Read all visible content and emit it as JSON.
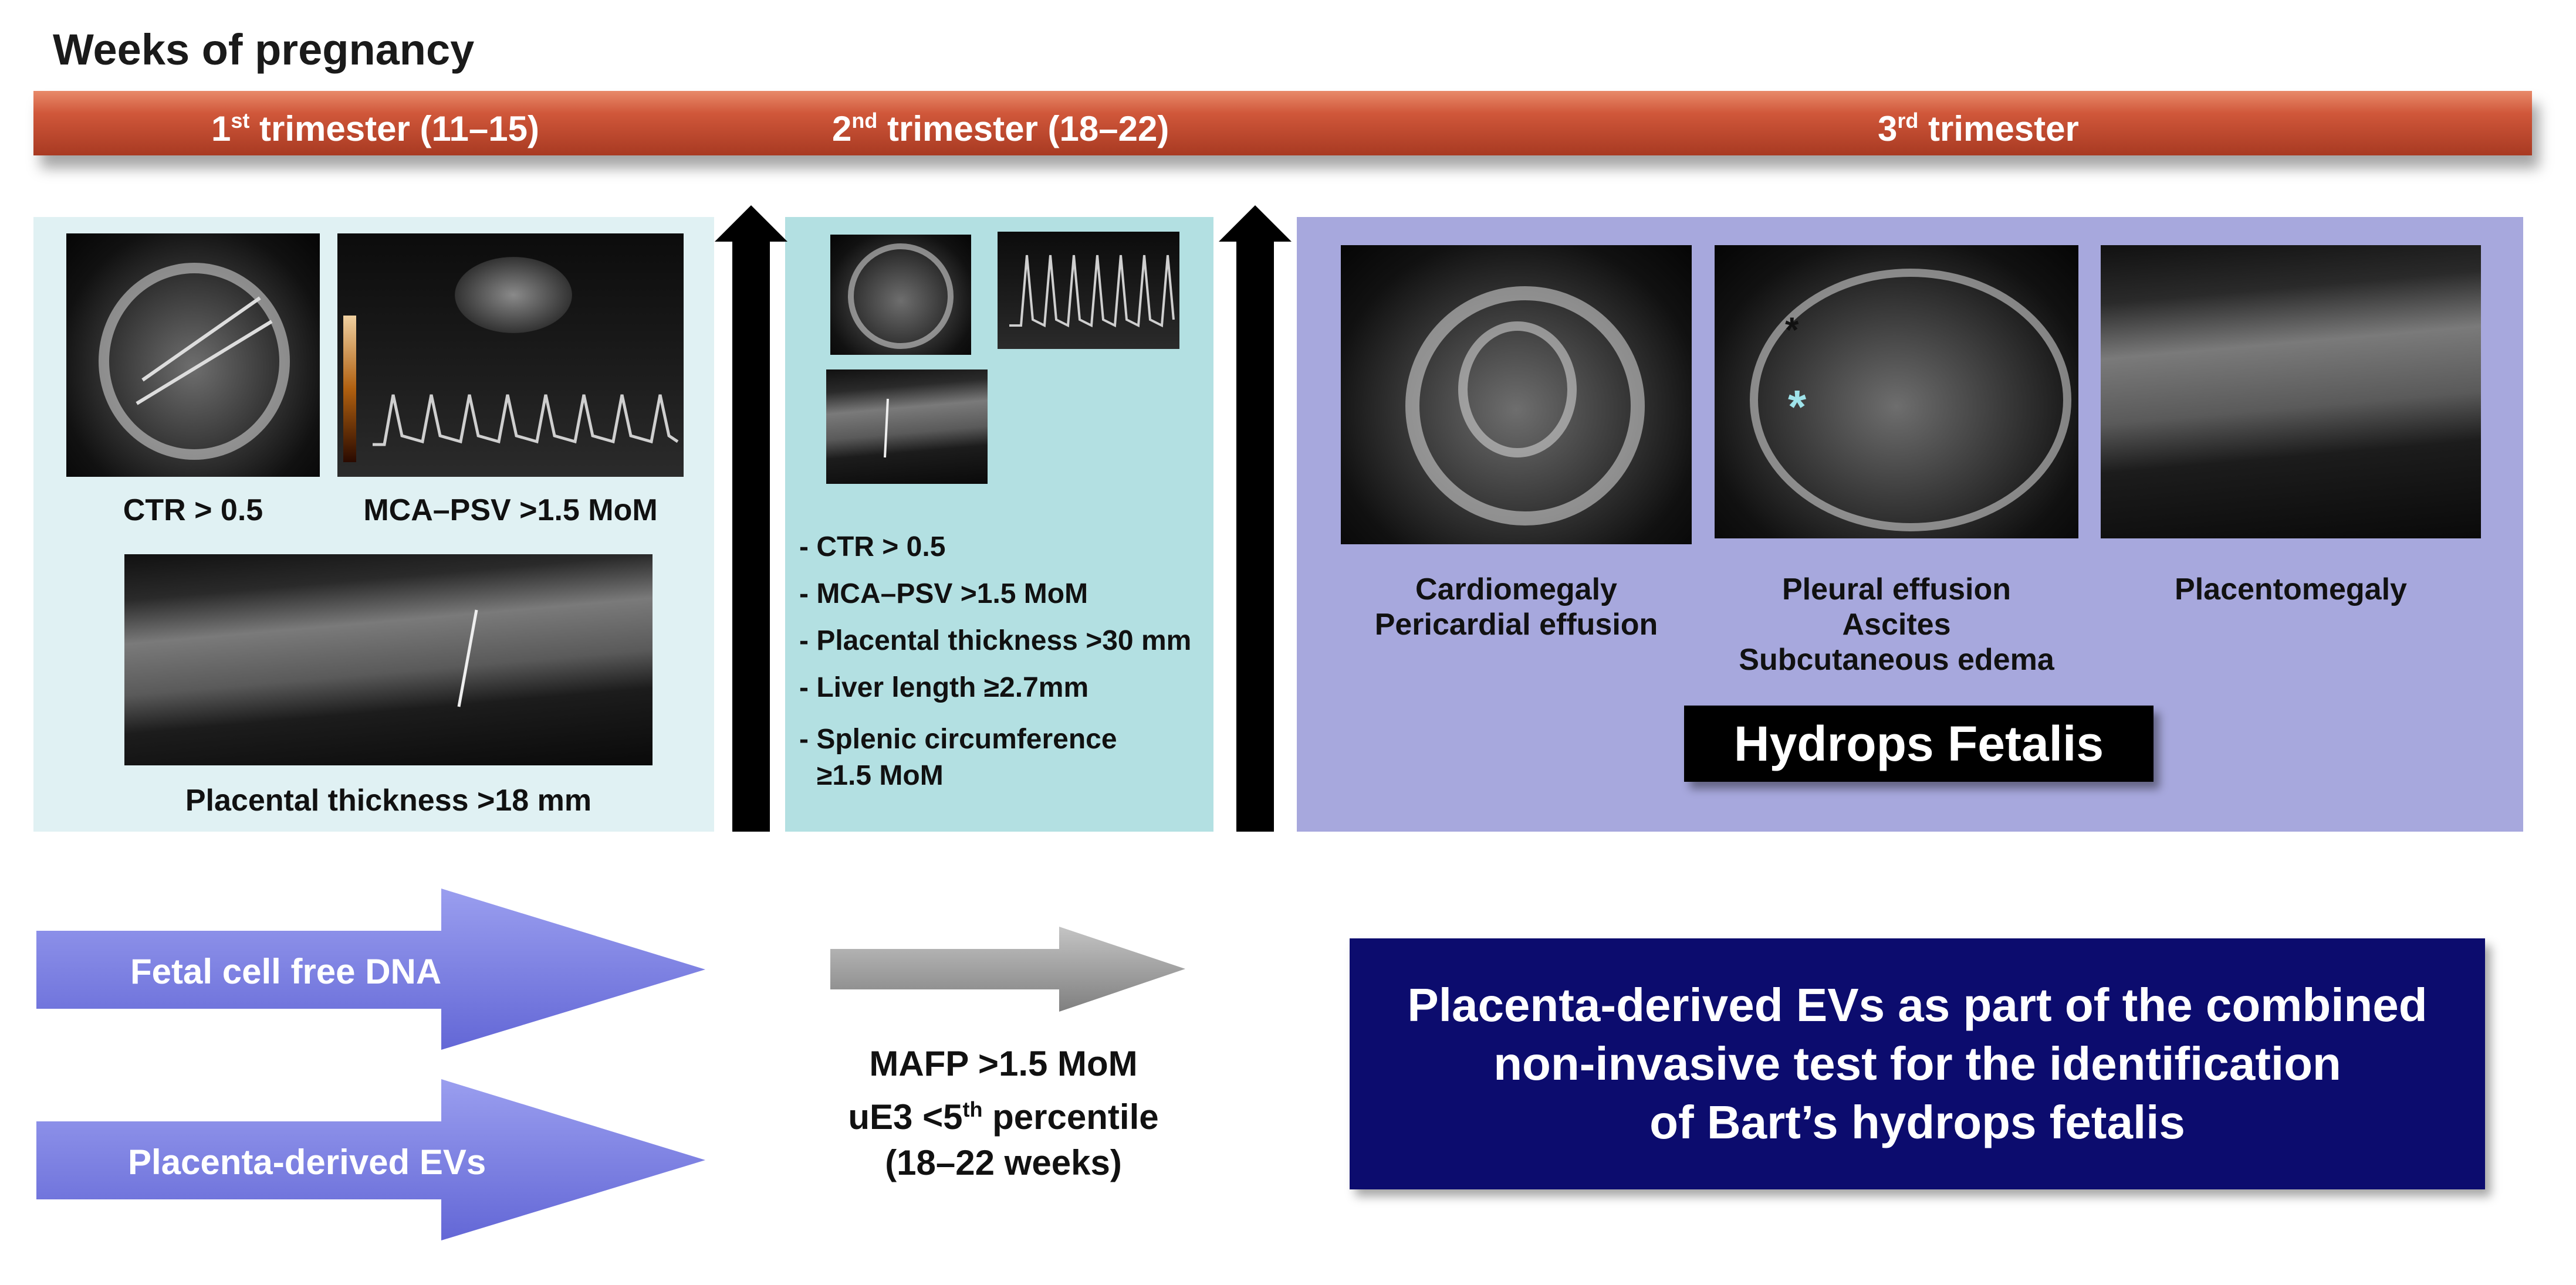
{
  "title": "Weeks of pregnancy",
  "timeline": {
    "t1": {
      "pre": "1",
      "sup": "st",
      "post": " trimester (11–15)"
    },
    "t2": {
      "pre": "2",
      "sup": "nd",
      "post": " trimester (18–22)"
    },
    "t3": {
      "pre": "3",
      "sup": "rd",
      "post": " trimester"
    }
  },
  "panel1": {
    "ctr_caption": "CTR > 0.5",
    "mca_caption": "MCA–PSV >1.5 MoM",
    "placenta_caption": "Placental thickness >18 mm"
  },
  "panel2": {
    "bullets": [
      "- CTR > 0.5",
      "- MCA–PSV >1.5 MoM",
      "- Placental thickness >30 mm",
      "- Liver length ≥2.7mm",
      "- Splenic circumference",
      "≥1.5 MoM"
    ]
  },
  "panel3": {
    "cap1_line1": "Cardiomegaly",
    "cap1_line2": "Pericardial effusion",
    "cap2_line1": "Pleural effusion",
    "cap2_line2": "Ascites",
    "cap2_line3": "Subcutaneous edema",
    "cap3": "Placentomegaly",
    "hydrops": "Hydrops Fetalis"
  },
  "arrows": {
    "dna": "Fetal cell free DNA",
    "evs": "Placenta-derived EVs"
  },
  "mafp": {
    "line1": "MAFP >1.5 MoM",
    "line2_pre": "uE3 <5",
    "line2_sup": "th",
    "line2_post": " percentile",
    "line3": "(18–22 weeks)"
  },
  "evbox": {
    "line1": "Placenta-derived EVs as part of the combined",
    "line2": "non-invasive test for the identification",
    "line3": "of Bart’s hydrops fetalis"
  },
  "colors": {
    "bar": "#c94b2f",
    "panel1": "#e0f1f3",
    "panel2": "#b3e0e2",
    "panel3": "#a7a8dd",
    "arrow_purple": "#7b7fdc",
    "arrow_gray": "#9a9a9a",
    "evbox": "#0c0c6e"
  }
}
